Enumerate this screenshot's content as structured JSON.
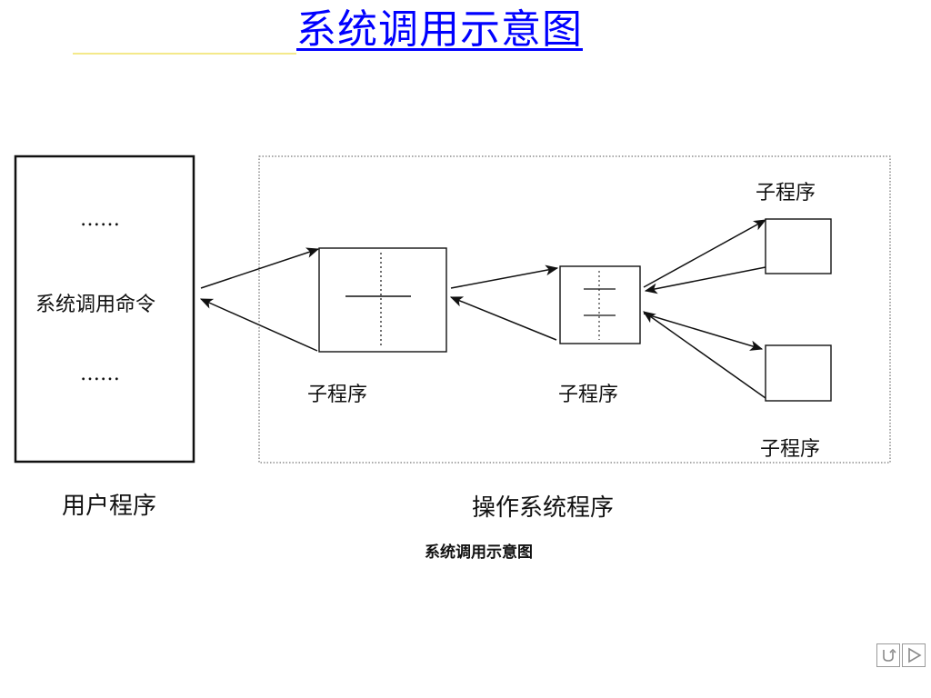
{
  "title": "系统调用示意图",
  "user_program": {
    "dots_top": "……",
    "command": "系统调用命令",
    "dots_bottom": "……",
    "caption": "用户程序"
  },
  "os_program": {
    "caption": "操作系统程序",
    "subroutine_label": "子程序"
  },
  "figure_caption": "系统调用示意图",
  "colors": {
    "title": "#0000ff"
  },
  "icons": {
    "nav_return": "return-icon",
    "nav_next": "play-triangle-icon"
  }
}
